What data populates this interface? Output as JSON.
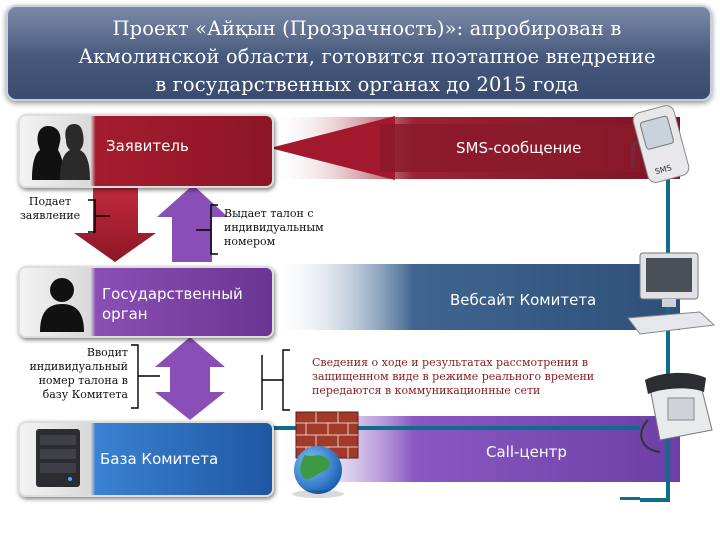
{
  "header": {
    "title_line1": "Проект «Айқын (Прозрачность)»: апробирован в",
    "title_line2": "Акмолинской области, готовится поэтапное внедрение",
    "title_line3": "в государственных органах до 2015 года"
  },
  "nodes": {
    "applicant": "Заявитель",
    "gov_line1": "Государственный",
    "gov_line2": "орган",
    "database": "База Комитета",
    "sms": "SMS-сообщение",
    "website": "Вебсайт Комитета",
    "callcenter": "Call-центр"
  },
  "notes": {
    "submits_line1": "Подает",
    "submits_line2": "заявление",
    "ticket_line1": "Выдает талон с",
    "ticket_line2": "индивидуальным",
    "ticket_line3": "номером",
    "enter_line1": "Вводит",
    "enter_line2": "индивидуальный",
    "enter_line3": "номер талона в",
    "enter_line4": "базу Комитета",
    "info_line1": "Сведения о ходе и результатах рассмотрения в",
    "info_line2": "защищенном виде в режиме реального времени",
    "info_line3": "передаются в коммуникационные сети"
  },
  "icons": [
    "female-silhouette-icon",
    "male-silhouette-icon",
    "server-icon",
    "sms-phone-icon",
    "computer-monitor-icon",
    "desk-telephone-icon",
    "firewall-icon",
    "globe-icon"
  ],
  "colors": {
    "header": "#46587c",
    "applicant_box": "#a51c2e",
    "gov_box": "#7b3f9e",
    "db_box": "#2c6fc0",
    "sms_bar": "#8b1a2a",
    "web_bar": "#3a5f8a",
    "call_bar": "#7e4fb8",
    "loop_line": "#0f6c8a"
  }
}
